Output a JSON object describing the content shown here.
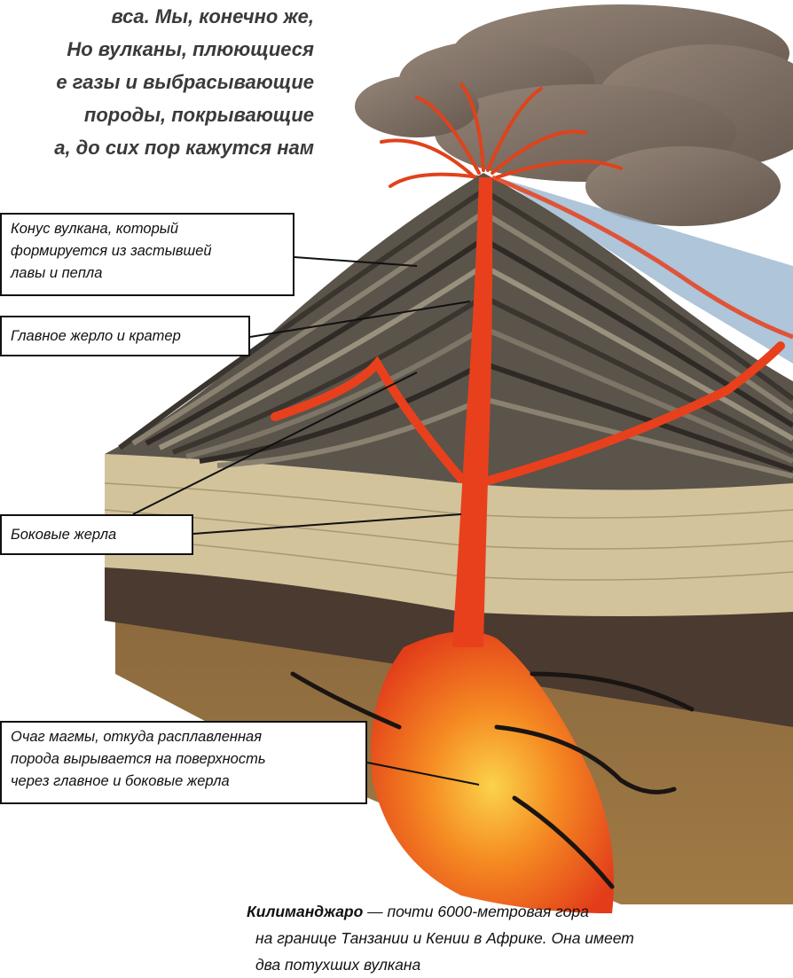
{
  "intro_lines": [
    "вса. Мы, конечно же,",
    "Но вулканы, плюющиеся",
    "е газы и выбрасывающие",
    "породы, покрывающие",
    "а, до сих пор кажутся нам"
  ],
  "labels": {
    "cone": [
      "Конус вулкана, который",
      "формируется из застывшей",
      "лавы и пепла"
    ],
    "main_vent": "Главное жерло и кратер",
    "side_vents": "Боковые жерла",
    "magma_chamber": [
      "Очаг магмы, откуда расплавленная",
      "порода вырывается на поверхность",
      "через главное и боковые жерла"
    ]
  },
  "caption": {
    "term": "Килиманджаро",
    "text": [
      " — почти 6000-метровая гора",
      "на границе Танзании и Кении в Африке. Она имеет",
      "два потухших вулкана"
    ]
  },
  "colors": {
    "lava": "#e8401c",
    "lava_hot": "#f7b52a",
    "cone_dark": "#3f3a34",
    "cone_mid": "#7a7264",
    "sandstone": "#d2c39b",
    "deep_rock": "#4a3a30",
    "bedrock": "#9d7441",
    "smoke": "#6d5c4f",
    "glacier": "#9bb7cf"
  }
}
